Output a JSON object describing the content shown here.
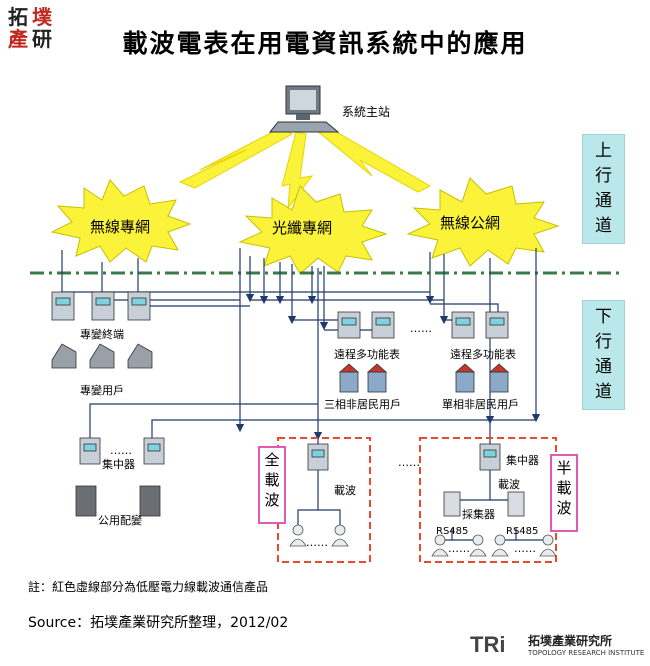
{
  "logo": {
    "chars": [
      "拓",
      "墣",
      "產",
      "研"
    ]
  },
  "title": "載波電表在用電資訊系統中的應用",
  "master_station": "系統主站",
  "networks": [
    "無線專網",
    "光纖專網",
    "無線公網"
  ],
  "uplink": "上行通道",
  "downlink": "下行通道",
  "labels": {
    "dedicated_terminal": "專變終端",
    "dedicated_users": "專變用戶",
    "multifunction_meter_1": "遠程多功能表",
    "multifunction_meter_2": "遠程多功能表",
    "three_phase": "三相非居民用戶",
    "single_phase": "單相非居民用戶",
    "concentrator_left": "集中器",
    "public_transformer": "公用配變",
    "carrier_1": "載波",
    "concentrator_right": "集中器",
    "carrier_2": "載波",
    "collector": "採集器",
    "rs485_1": "RS485",
    "rs485_2": "RS485",
    "full_carrier": "全載波",
    "half_carrier": "半載波",
    "ellipsis": "……"
  },
  "note": "註：紅色虛線部分為低壓電力線載波通信產品",
  "source": "Source：拓墣產業研究所整理，2012/02",
  "footer": {
    "brand": "TRi",
    "name_cn": "拓墣產業研究所",
    "name_en": "TOPOLOGY RESEARCH INSTITUTE"
  },
  "colors": {
    "burst_fill": "#fbf23a",
    "uplink_bg": "#b9e7ea",
    "dashed_red": "#e74b2d",
    "pink": "#e25ab3",
    "line_blue": "#1f3a6b",
    "divider_green": "#3a7a47"
  }
}
